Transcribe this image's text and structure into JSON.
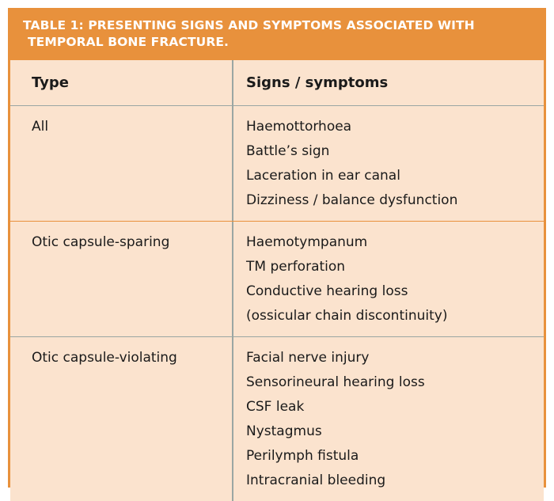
{
  "figure": {
    "kind": "data-table",
    "caption_lines": [
      "TABLE 1: PRESENTING SIGNS AND SYMPTOMS ASSOCIATED WITH",
      "TEMPORAL BONE FRACTURE."
    ],
    "colors": {
      "banner_background": "#E8913C",
      "banner_text": "#FFFFFF",
      "table_background": "#FBE3CE",
      "outer_border": "#E8913C",
      "divider_gray": "#9AA6A3",
      "divider_orange": "#E8913C",
      "body_text": "#1A1A1A"
    }
  },
  "table": {
    "columns": [
      "Type",
      "Signs / symptoms"
    ],
    "rows": [
      {
        "type": "All",
        "signs": [
          "Haemottorhoea",
          "Battle’s sign",
          "Laceration in ear canal",
          "Dizziness / balance dysfunction"
        ]
      },
      {
        "type": "Otic capsule-sparing",
        "signs": [
          "Haemotympanum",
          "TM perforation",
          "Conductive hearing loss",
          "(ossicular chain discontinuity)"
        ]
      },
      {
        "type": "Otic capsule-violating",
        "signs": [
          "Facial nerve injury",
          "Sensorineural hearing loss",
          "CSF leak",
          "Nystagmus",
          "Perilymph fistula",
          "Intracranial bleeding"
        ]
      }
    ]
  }
}
